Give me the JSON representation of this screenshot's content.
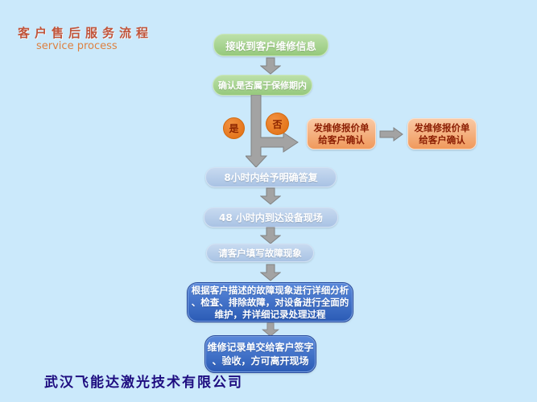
{
  "page": {
    "title_cn": "客户售后服务流程",
    "title_en": "service process",
    "company": "武汉飞能达激光技术有限公司"
  },
  "colors": {
    "background": "#cbe9fb",
    "green_box": "#96c97c",
    "light_blue_box": "#a9c3e4",
    "dark_blue_box": "#2c5cb6",
    "orange_box": "#f0995c",
    "decision_circle": "#e8791e",
    "arrow_gray": "#a3a3a3",
    "title_color": "#c1543a",
    "company_color": "#1e0d80",
    "orange_text": "#8c1f04"
  },
  "flow": {
    "step1": {
      "label": "接收到客户维修信息"
    },
    "step2": {
      "label": "确认是否属于保修期内"
    },
    "decision": {
      "yes": "是",
      "no": "否"
    },
    "quote1": {
      "line1": "发维修报价单",
      "line2": "给客户确认"
    },
    "quote2": {
      "line1": "发维修报价单",
      "line2": "给客户确认"
    },
    "step3": {
      "label": "8小时内给予明确答复"
    },
    "step4": {
      "label": "48 小时内到达设备现场"
    },
    "step5": {
      "label": "请客户填写故障现象"
    },
    "step6": {
      "line1": "根据客户描述的故障现象进行详细分析",
      "line2": "、检查、排除故障，对设备进行全面的",
      "line3": "维护，并详细记录处理过程"
    },
    "step7": {
      "line1": "维修记录单交给客户签字",
      "line2": "、验收，方可离开现场"
    }
  }
}
